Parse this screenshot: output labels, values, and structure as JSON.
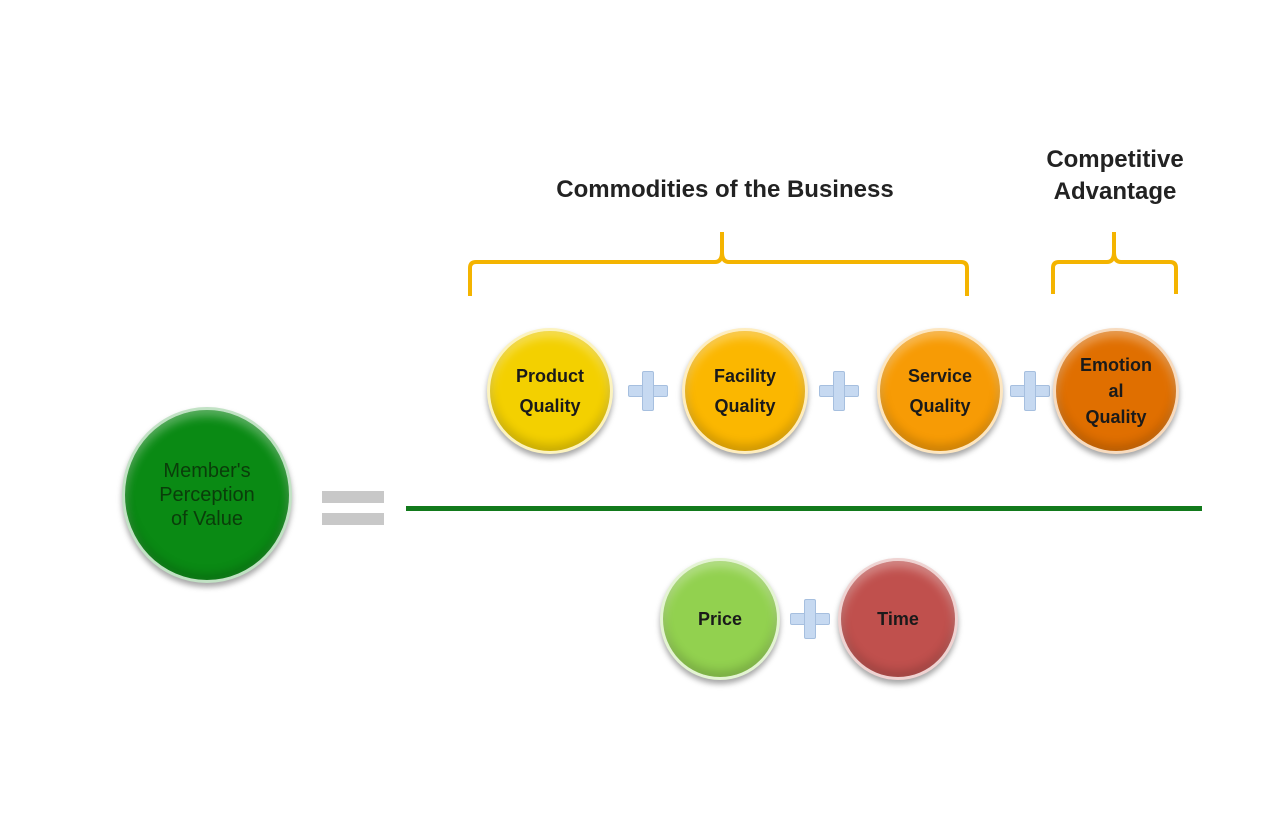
{
  "labels": {
    "commodities": "Commodities of the Business",
    "competitive": "Competitive\nAdvantage"
  },
  "numerator": {
    "product": "Product\nQuality",
    "facility": "Facility\nQuality",
    "service": "Service\nQuality",
    "emotional": "Emotion\nal\nQuality"
  },
  "left_term": "Member's\nPerception\nof Value",
  "denominator": {
    "price": "Price",
    "time": "Time"
  },
  "colors": {
    "bracket": "#f4b400",
    "fraction_line": "#127a1c",
    "equals": "#c8c8c8",
    "plus": "#c6d9f1"
  }
}
